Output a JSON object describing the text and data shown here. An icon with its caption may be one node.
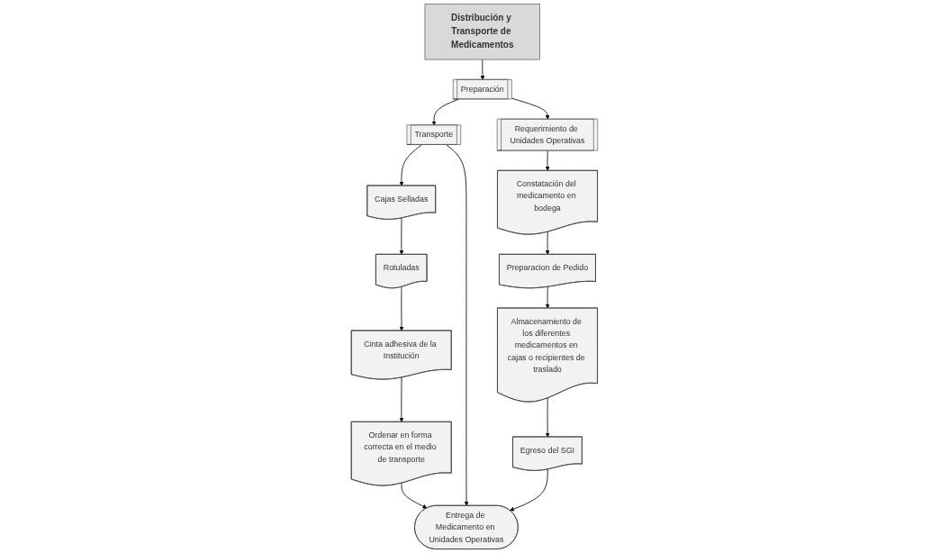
{
  "diagram": {
    "nodes": [
      {
        "text": [
          "Distribución y Transporte de Medicamentos"
        ]
      },
      {
        "text": [
          "Preparación"
        ]
      },
      {
        "text": [
          "Requerimiento de Unidades Operativas"
        ]
      },
      {
        "text": [
          "Constatación del medicamento en bodega"
        ]
      },
      {
        "text": [
          "Preparacion de Pedido"
        ]
      },
      {
        "text": [
          "Almacenamiento de los diferentes medicamentos en cajas o recipientes de traslado"
        ]
      },
      {
        "text": [
          "Egreso del SGI"
        ]
      },
      {
        "text": [
          "Transporte"
        ]
      },
      {
        "text": [
          "Cajas Selladas"
        ]
      },
      {
        "text": [
          "Rotuladas"
        ]
      },
      {
        "text": [
          "Cinta adhesiva de la Institución"
        ]
      },
      {
        "text": [
          "Ordenar en forma correcta en el medio de transporte"
        ]
      },
      {
        "text": [
          "Entrega de Medicamento en Unidades Operativas"
        ]
      }
    ],
    "edges": [
      {
        "from": 0,
        "to": 1,
        "arrow": "to"
      },
      {
        "from": 1,
        "to": 2,
        "arrow": "to"
      },
      {
        "from": 2,
        "to": 3,
        "arrow": "to"
      },
      {
        "from": 3,
        "to": 4,
        "arrow": "to"
      },
      {
        "from": 4,
        "to": 5,
        "arrow": "to"
      },
      {
        "from": 5,
        "to": 6,
        "arrow": "to"
      },
      {
        "from": 1,
        "to": 7,
        "arrow": "to"
      },
      {
        "from": 7,
        "to": 8,
        "arrow": "to"
      },
      {
        "from": 8,
        "to": 9,
        "arrow": "to"
      },
      {
        "from": 9,
        "to": 10,
        "arrow": "to"
      },
      {
        "from": 10,
        "to": 11,
        "arrow": "to"
      },
      {
        "from": 11,
        "to": 12,
        "arrow": "to"
      },
      {
        "from": 7,
        "to": 12,
        "arrow": "to"
      },
      {
        "from": 6,
        "to": 12,
        "arrow": "to"
      }
    ]
  }
}
